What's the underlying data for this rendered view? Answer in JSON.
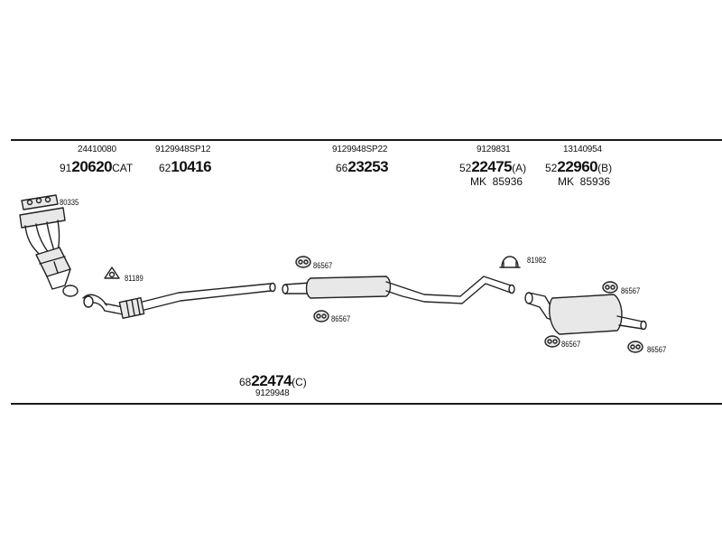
{
  "header_labels": [
    {
      "top": "24410080",
      "prefix": "91",
      "main": "20620",
      "suffix": "CAT"
    },
    {
      "top": "9129948SP12",
      "prefix": "62",
      "main": "10416",
      "suffix": ""
    },
    {
      "top": "9129948SP22",
      "prefix": "66",
      "main": "23253",
      "suffix": ""
    },
    {
      "top": "9129831",
      "prefix": "52",
      "main": "22475",
      "suffix": "(A)",
      "line3": "MK  85936"
    },
    {
      "top": "13140954",
      "prefix": "52",
      "main": "22960",
      "suffix": "(B)",
      "line3": "MK  85936"
    }
  ],
  "footer_label": {
    "prefix": "68",
    "main": "22474",
    "suffix": "(C)",
    "bottom": "9129948"
  },
  "callouts": {
    "manifold_gasket": "80335",
    "flange_gasket": "81189",
    "hanger_front_top": "86567",
    "hanger_front_bottom": "86567",
    "clamp": "81982",
    "hanger_rear_top": "86567",
    "hanger_rear_bottom_left": "86567",
    "hanger_rear_bottom_right": "86567"
  },
  "colors": {
    "line": "#1a1a1a",
    "part_fill": "#e8e8e8",
    "part_stroke": "#222222"
  }
}
